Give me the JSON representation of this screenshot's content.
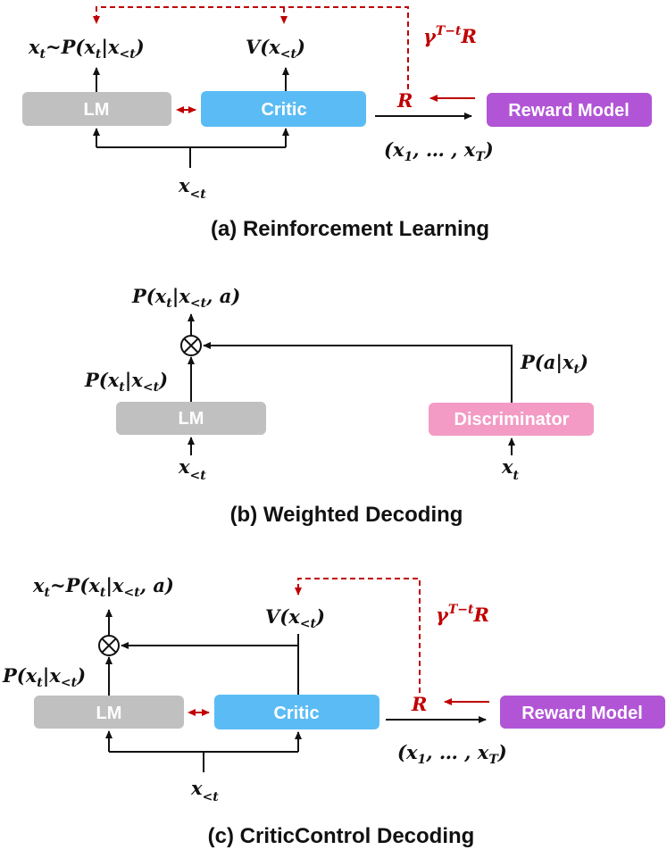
{
  "colors": {
    "lm": "#c0c0c0",
    "critic": "#5bbcf5",
    "reward_model": "#b155d6",
    "discriminator": "#f39bc4",
    "accent_red": "#c00000",
    "line": "#111111"
  },
  "panel_a": {
    "caption": "(a) Reinforcement Learning",
    "lm_label": "LM",
    "critic_label": "Critic",
    "reward_model_label": "Reward Model",
    "lm_output": {
      "x": "x",
      "x_sub": "t",
      "mid": "~P(",
      "x2": "x",
      "x2_sub": "t",
      "bar": "|",
      "x3": "x",
      "x3_sub": "<t",
      "end": ")"
    },
    "critic_output": {
      "pre": "V(",
      "x": "x",
      "x_sub": "<t",
      "end": ")"
    },
    "input": {
      "x": "x",
      "x_sub": "<t"
    },
    "reward": "R",
    "discount": {
      "base": "γ",
      "exp": "T−t",
      "r": "R"
    },
    "sequence": {
      "pre": "(",
      "x1": "x",
      "x1_sub": "1",
      "mid": ", … , ",
      "xT": "x",
      "xT_sub": "T",
      "end": ")"
    }
  },
  "panel_b": {
    "caption": "(b) Weighted Decoding",
    "lm_label": "LM",
    "discriminator_label": "Discriminator",
    "output": {
      "pre": "P(",
      "x": "x",
      "x_sub": "t",
      "bar": "|",
      "x2": "x",
      "x2_sub": "<t",
      "tail": ", a)"
    },
    "lm_output": {
      "pre": "P(",
      "x": "x",
      "x_sub": "t",
      "bar": "|",
      "x2": "x",
      "x2_sub": "<t",
      "end": ")"
    },
    "disc_output": {
      "pre": "P(a|",
      "x": "x",
      "x_sub": "t",
      "end": ")"
    },
    "lm_input": {
      "x": "x",
      "x_sub": "<t"
    },
    "disc_input": {
      "x": "x",
      "x_sub": "t"
    }
  },
  "panel_c": {
    "caption": "(c) CriticControl Decoding",
    "lm_label": "LM",
    "critic_label": "Critic",
    "reward_model_label": "Reward Model",
    "output": {
      "x": "x",
      "x_sub": "t",
      "mid": "~P(",
      "x2": "x",
      "x2_sub": "t",
      "bar": "|",
      "x3": "x",
      "x3_sub": "<t",
      "tail": ", a)"
    },
    "lm_output": {
      "pre": "P(",
      "x": "x",
      "x_sub": "t",
      "bar": "|",
      "x2": "x",
      "x2_sub": "<t",
      "end": ")"
    },
    "critic_output": {
      "pre": "V(",
      "x": "x",
      "x_sub": "<t",
      "end": ")"
    },
    "input": {
      "x": "x",
      "x_sub": "<t"
    },
    "reward": "R",
    "discount": {
      "base": "γ",
      "exp": "T−t",
      "r": "R"
    },
    "sequence": {
      "pre": "(",
      "x1": "x",
      "x1_sub": "1",
      "mid": ", … , ",
      "xT": "x",
      "xT_sub": "T",
      "end": ")"
    }
  },
  "operator_symbol": "⊗"
}
